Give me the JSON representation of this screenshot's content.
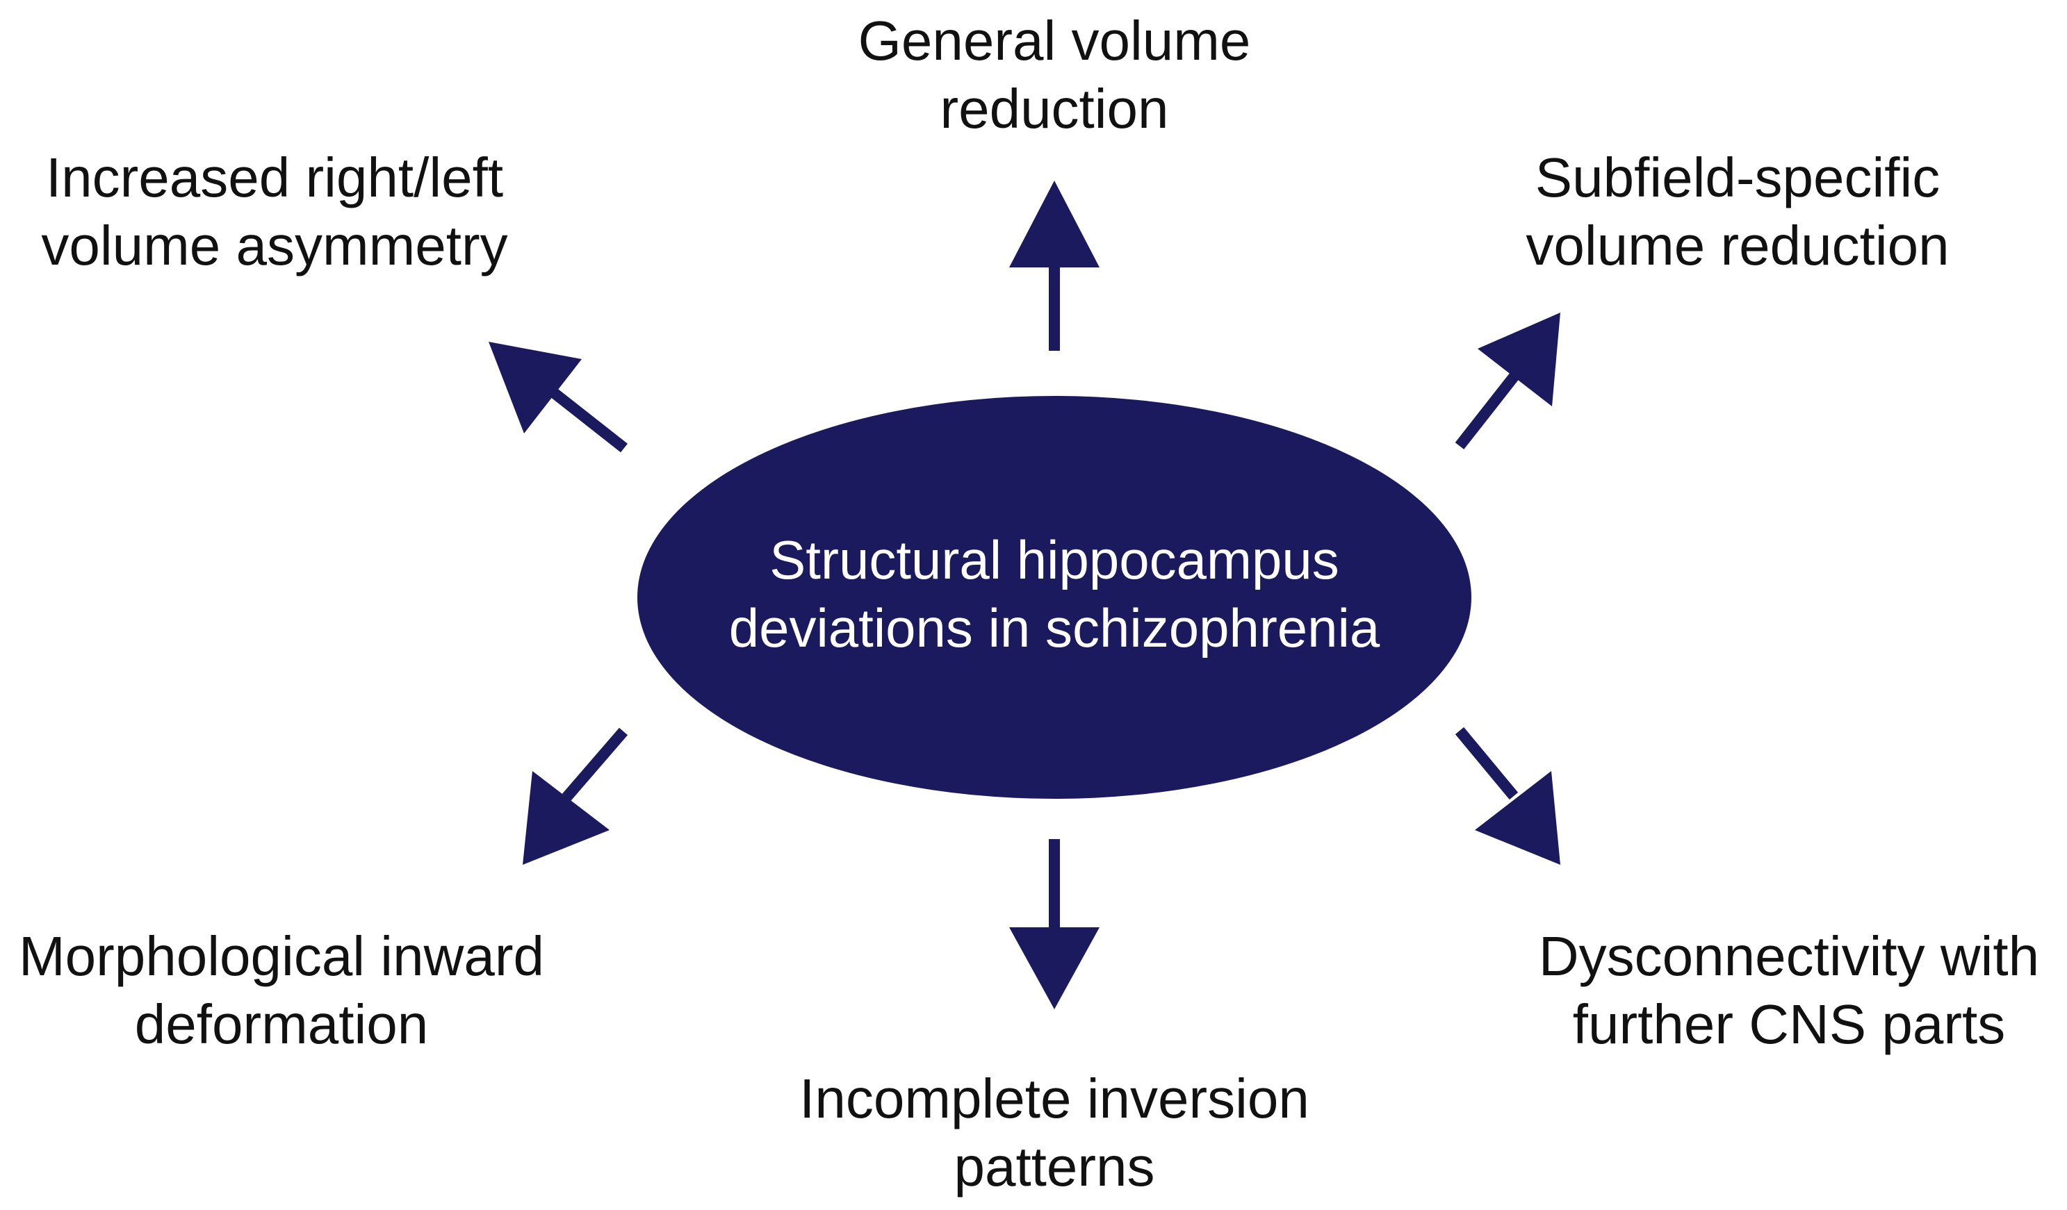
{
  "colors": {
    "accent": "#1c1a5e",
    "text": "#111111",
    "center_text": "#ffffff",
    "background": "#ffffff"
  },
  "center": {
    "line1": "Structural hippocampus",
    "line2": "deviations in schizophrenia"
  },
  "outcomes": {
    "top": {
      "line1": "General volume",
      "line2": "reduction"
    },
    "top_left": {
      "line1": "Increased right/left",
      "line2": "volume asymmetry"
    },
    "top_right": {
      "line1": "Subfield-specific",
      "line2": "volume reduction"
    },
    "bottom_left": {
      "line1": "Morphological inward",
      "line2": "deformation"
    },
    "bottom": {
      "line1": "Incomplete inversion",
      "line2": "patterns"
    },
    "bottom_right": {
      "line1": "Dysconnectivity with",
      "line2": "further CNS parts"
    }
  }
}
